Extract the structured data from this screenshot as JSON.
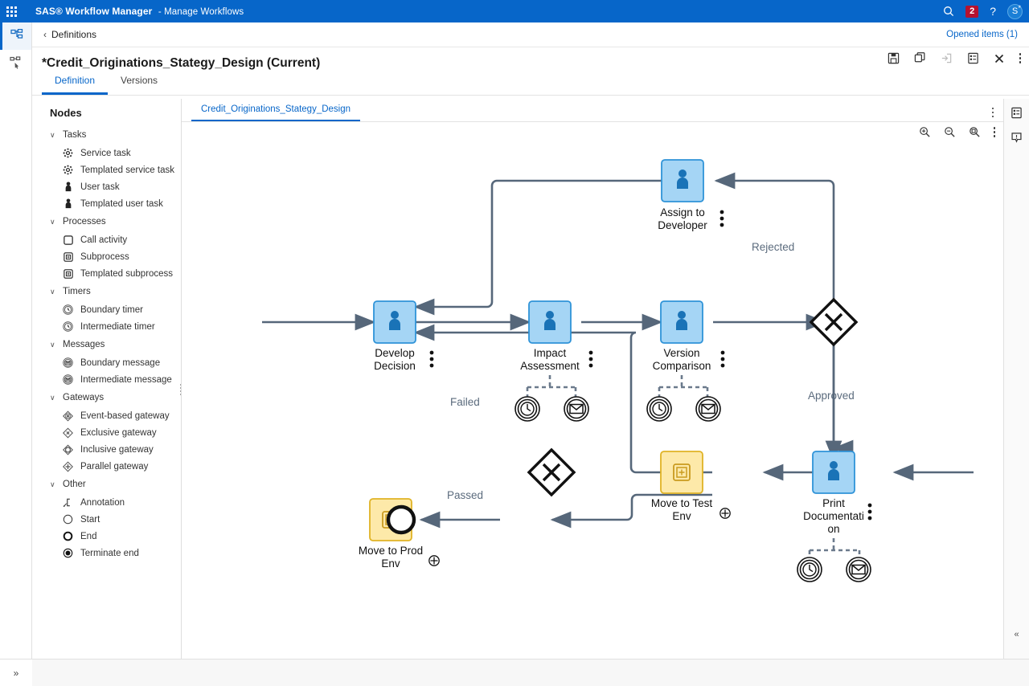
{
  "appbar": {
    "waffle_icon": "app-launcher-icon",
    "product": "SAS® Workflow Manager",
    "section": "- Manage Workflows",
    "search_icon": "search-icon",
    "notifications_count": "2",
    "help_icon": "help-icon",
    "avatar_initial": "S"
  },
  "left_rail": {
    "items": [
      {
        "icon": "workflow-diagram-icon",
        "active": true
      },
      {
        "icon": "workflow-instances-icon",
        "active": false
      }
    ],
    "expand_label": "»"
  },
  "breadcrumb": {
    "back_chevron": "‹",
    "label": "Definitions",
    "opened_items": "Opened items (1)"
  },
  "document": {
    "title": "*Credit_Originations_Stategy_Design (Current)",
    "actions": [
      {
        "name": "save-button",
        "icon": "save-icon",
        "disabled": false
      },
      {
        "name": "copy-button",
        "icon": "copy-icon",
        "disabled": false
      },
      {
        "name": "export-button",
        "icon": "export-icon",
        "disabled": true
      },
      {
        "name": "properties-button",
        "icon": "properties-icon",
        "disabled": false
      },
      {
        "name": "close-button",
        "icon": "close-icon",
        "disabled": false
      },
      {
        "name": "more-button",
        "icon": "kebab-icon",
        "disabled": false
      }
    ],
    "tabs": [
      {
        "label": "Definition",
        "active": true
      },
      {
        "label": "Versions",
        "active": false
      }
    ]
  },
  "nodes_panel": {
    "title": "Nodes",
    "groups": [
      {
        "label": "Tasks",
        "expanded": true,
        "items": [
          {
            "label": "Service task",
            "icon": "gear-icon"
          },
          {
            "label": "Templated service task",
            "icon": "gear-icon"
          },
          {
            "label": "User task",
            "icon": "person-icon"
          },
          {
            "label": "Templated user task",
            "icon": "person-icon"
          }
        ]
      },
      {
        "label": "Processes",
        "expanded": true,
        "items": [
          {
            "label": "Call activity",
            "icon": "rounded-square-icon"
          },
          {
            "label": "Subprocess",
            "icon": "subprocess-icon"
          },
          {
            "label": "Templated subprocess",
            "icon": "subprocess-icon"
          }
        ]
      },
      {
        "label": "Timers",
        "expanded": true,
        "items": [
          {
            "label": "Boundary timer",
            "icon": "clock-double-circle-icon"
          },
          {
            "label": "Intermediate timer",
            "icon": "clock-double-circle-icon"
          }
        ]
      },
      {
        "label": "Messages",
        "expanded": true,
        "items": [
          {
            "label": "Boundary message",
            "icon": "envelope-circle-icon"
          },
          {
            "label": "Intermediate message",
            "icon": "envelope-circle-icon"
          }
        ]
      },
      {
        "label": "Gateways",
        "expanded": true,
        "items": [
          {
            "label": "Event-based gateway",
            "icon": "event-gateway-icon"
          },
          {
            "label": "Exclusive gateway",
            "icon": "exclusive-gateway-icon"
          },
          {
            "label": "Inclusive gateway",
            "icon": "inclusive-gateway-icon"
          },
          {
            "label": "Parallel gateway",
            "icon": "parallel-gateway-icon"
          }
        ]
      },
      {
        "label": "Other",
        "expanded": true,
        "items": [
          {
            "label": "Annotation",
            "icon": "annotation-icon"
          },
          {
            "label": "Start",
            "icon": "start-circle-icon"
          },
          {
            "label": "End",
            "icon": "end-circle-icon"
          },
          {
            "label": "Terminate end",
            "icon": "terminate-end-icon"
          }
        ]
      }
    ]
  },
  "canvas": {
    "tab_label": "Credit_Originations_Stategy_Design",
    "tab_menu_icon": "kebab-icon",
    "toolbar": [
      {
        "name": "zoom-in-button",
        "icon": "zoom-in-icon"
      },
      {
        "name": "zoom-out-button",
        "icon": "zoom-out-icon"
      },
      {
        "name": "zoom-fit-button",
        "icon": "zoom-fit-icon"
      },
      {
        "name": "canvas-more-button",
        "icon": "kebab-icon"
      }
    ]
  },
  "right_rail": {
    "items": [
      {
        "icon": "properties-panel-icon"
      },
      {
        "icon": "comments-panel-icon"
      }
    ],
    "collapse_label": "«"
  },
  "diagram": {
    "colors": {
      "user_task_fill": "#a5d5f5",
      "user_task_stroke": "#2f93d8",
      "subprocess_fill": "#fde9a9",
      "subprocess_stroke": "#e0b325",
      "flow_stroke": "#56677a",
      "label_color": "#5b6b7d",
      "glyph_blue": "#1a73b7"
    },
    "nodes": [
      {
        "id": "start",
        "type": "start-event",
        "label": ""
      },
      {
        "id": "develop",
        "type": "user-task",
        "label": "Develop Decision"
      },
      {
        "id": "impact",
        "type": "user-task",
        "label": "Impact Assessment"
      },
      {
        "id": "version",
        "type": "user-task",
        "label": "Version Comparison"
      },
      {
        "id": "assign",
        "type": "user-task",
        "label": "Assign to Developer"
      },
      {
        "id": "gw1",
        "type": "exclusive-gateway",
        "label": ""
      },
      {
        "id": "print",
        "type": "user-task",
        "label": "Print Documentation"
      },
      {
        "id": "test",
        "type": "subprocess",
        "label": "Move to Test Env"
      },
      {
        "id": "gw2",
        "type": "exclusive-gateway",
        "label": ""
      },
      {
        "id": "prod",
        "type": "subprocess",
        "label": "Move to Prod Env"
      },
      {
        "id": "end",
        "type": "end-event",
        "label": ""
      }
    ],
    "boundary_events": [
      {
        "host": "impact",
        "events": [
          "timer",
          "message"
        ]
      },
      {
        "host": "version",
        "events": [
          "timer",
          "message"
        ]
      },
      {
        "host": "print",
        "events": [
          "timer",
          "message"
        ]
      }
    ],
    "flow_labels": [
      {
        "text": "Rejected"
      },
      {
        "text": "Approved"
      },
      {
        "text": "Failed"
      },
      {
        "text": "Passed"
      }
    ],
    "node_labels": {
      "start": "",
      "develop_line1": "Develop",
      "develop_line2": "Decision",
      "impact_line1": "Impact",
      "impact_line2": "Assessment",
      "version_line1": "Version",
      "version_line2": "Comparison",
      "assign_line1": "Assign to",
      "assign_line2": "Developer",
      "print_line1": "Print",
      "print_line2": "Documentati",
      "print_line3": "on",
      "test_line1": "Move to Test",
      "test_line2": "Env",
      "prod_line1": "Move to Prod",
      "prod_line2": "Env",
      "label_rejected": "Rejected",
      "label_approved": "Approved",
      "label_failed": "Failed",
      "label_passed": "Passed"
    }
  }
}
